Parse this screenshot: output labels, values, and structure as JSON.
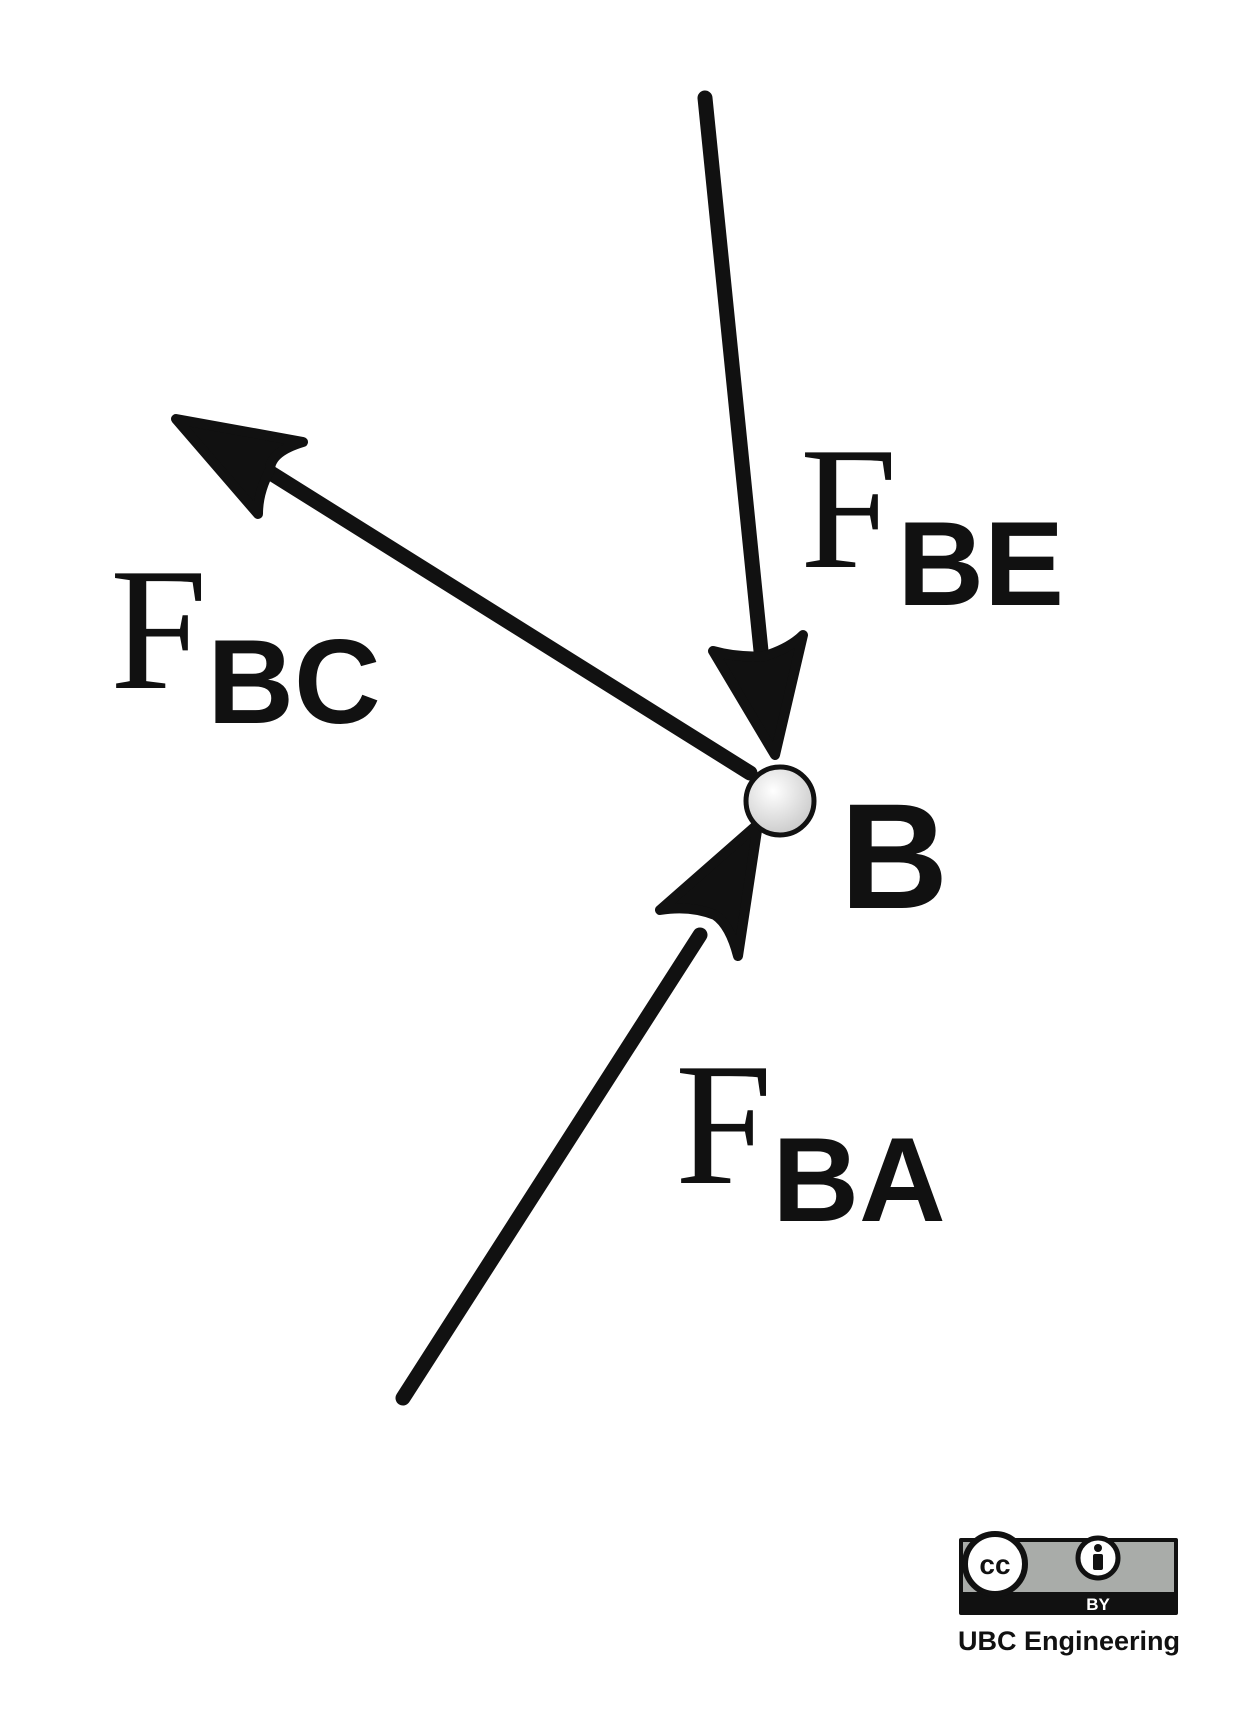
{
  "diagram": {
    "joint": {
      "label": "B"
    },
    "forces": [
      {
        "id": "bc",
        "symbol": "F",
        "subscript": "BC"
      },
      {
        "id": "be",
        "symbol": "F",
        "subscript": "BE"
      },
      {
        "id": "ba",
        "symbol": "F",
        "subscript": "BA"
      }
    ]
  },
  "license": {
    "badge": {
      "cc": "cc",
      "by": "BY"
    },
    "credit": "UBC Engineering"
  },
  "colors": {
    "ink": "#111111",
    "joint_fill": "#d9d9d9",
    "badge_gray": "#a9aca9"
  }
}
